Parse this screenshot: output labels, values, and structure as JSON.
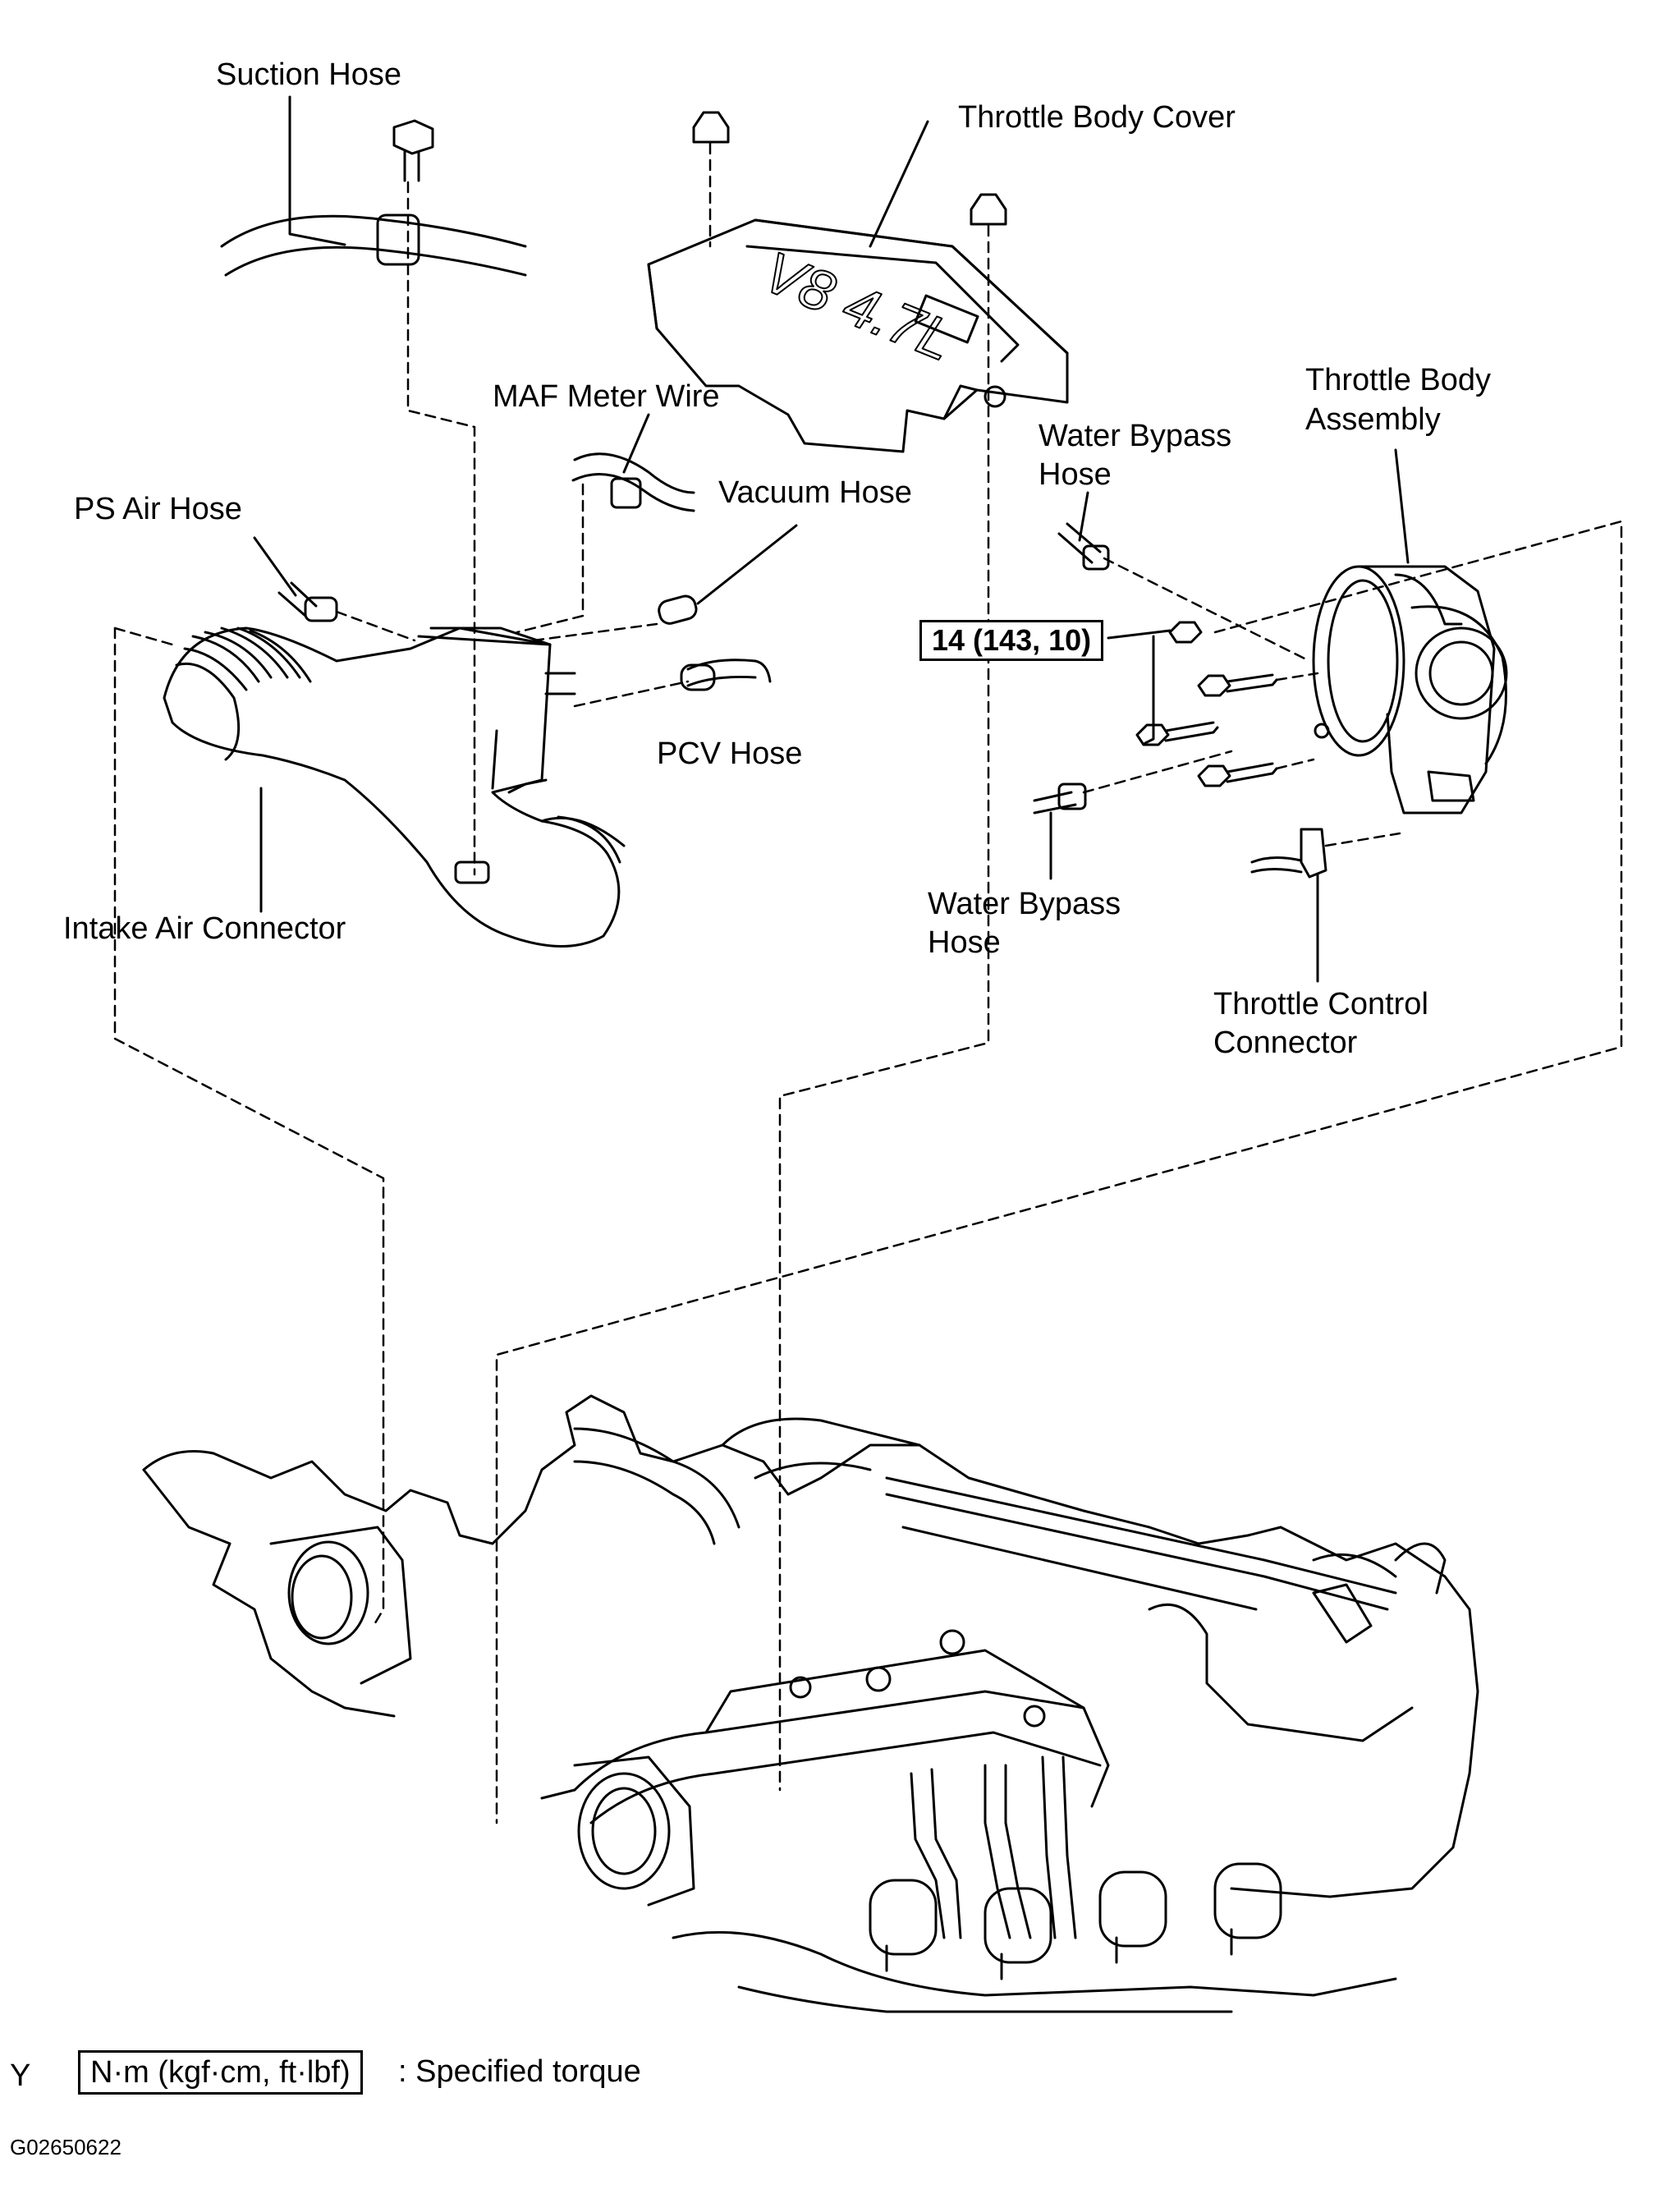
{
  "labels": {
    "suction_hose": "Suction Hose",
    "throttle_body_cover": "Throttle Body Cover",
    "maf_meter_wire": "MAF Meter Wire",
    "throttle_body_assembly_1": "Throttle Body",
    "throttle_body_assembly_2": "Assembly",
    "water_bypass_hose_top_1": "Water Bypass",
    "water_bypass_hose_top_2": "Hose",
    "vacuum_hose": "Vacuum Hose",
    "ps_air_hose": "PS Air Hose",
    "pcv_hose": "PCV Hose",
    "intake_air_connector": "Intake Air Connector",
    "water_bypass_hose_bottom_1": "Water Bypass",
    "water_bypass_hose_bottom_2": "Hose",
    "throttle_control_connector_1": "Throttle Control",
    "throttle_control_connector_2": "Connector"
  },
  "torque_spec": "14 (143, 10)",
  "legend": {
    "prefix": "Y",
    "box_text": "N·m (kgf·cm, ft·lbf)",
    "suffix": ": Specified torque"
  },
  "figure_code": "G02650622",
  "cover_emblem": "V8 4.7L",
  "colors": {
    "line": "#000000",
    "background": "#ffffff"
  }
}
